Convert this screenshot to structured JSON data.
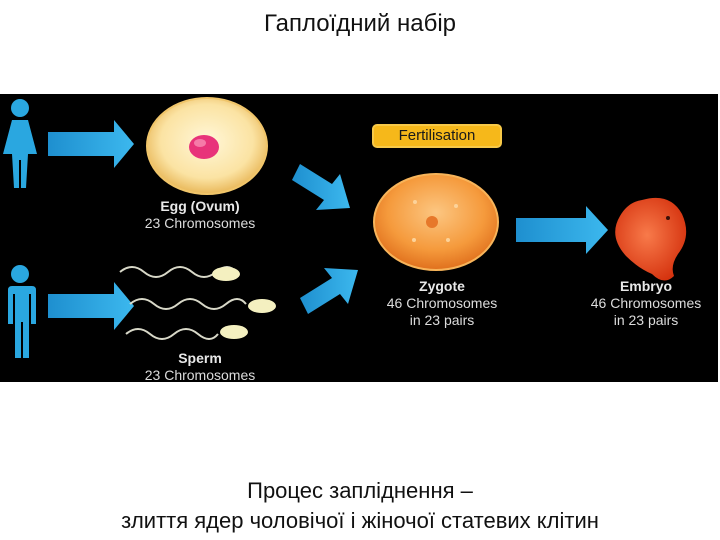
{
  "title": "Гаплоїдний набір",
  "diagram": {
    "egg": {
      "name": "Egg (Ovum)",
      "detail": "23 Chromosomes"
    },
    "sperm": {
      "name": "Sperm",
      "detail": "23 Chromosomes"
    },
    "fertilisation": "Fertilisation",
    "zygote": {
      "name": "Zygote",
      "detail1": "46 Chromosomes",
      "detail2": "in 23 pairs"
    },
    "embryo": {
      "name": "Embryo",
      "detail1": "46 Chromosomes",
      "detail2": "in 23 pairs"
    },
    "colors": {
      "arrow": "#2aa7e0",
      "person": "#2aa7e0",
      "egg": "#fbe3a3",
      "nucleus": "#e8337a",
      "zygote": "#f59a3c",
      "embryo": "#e8441c",
      "label_box": "#f6b81a"
    }
  },
  "caption": {
    "line1": "Процес запліднення –",
    "line2": "злиття ядер чоловічої і жіночої статевих клітин"
  }
}
